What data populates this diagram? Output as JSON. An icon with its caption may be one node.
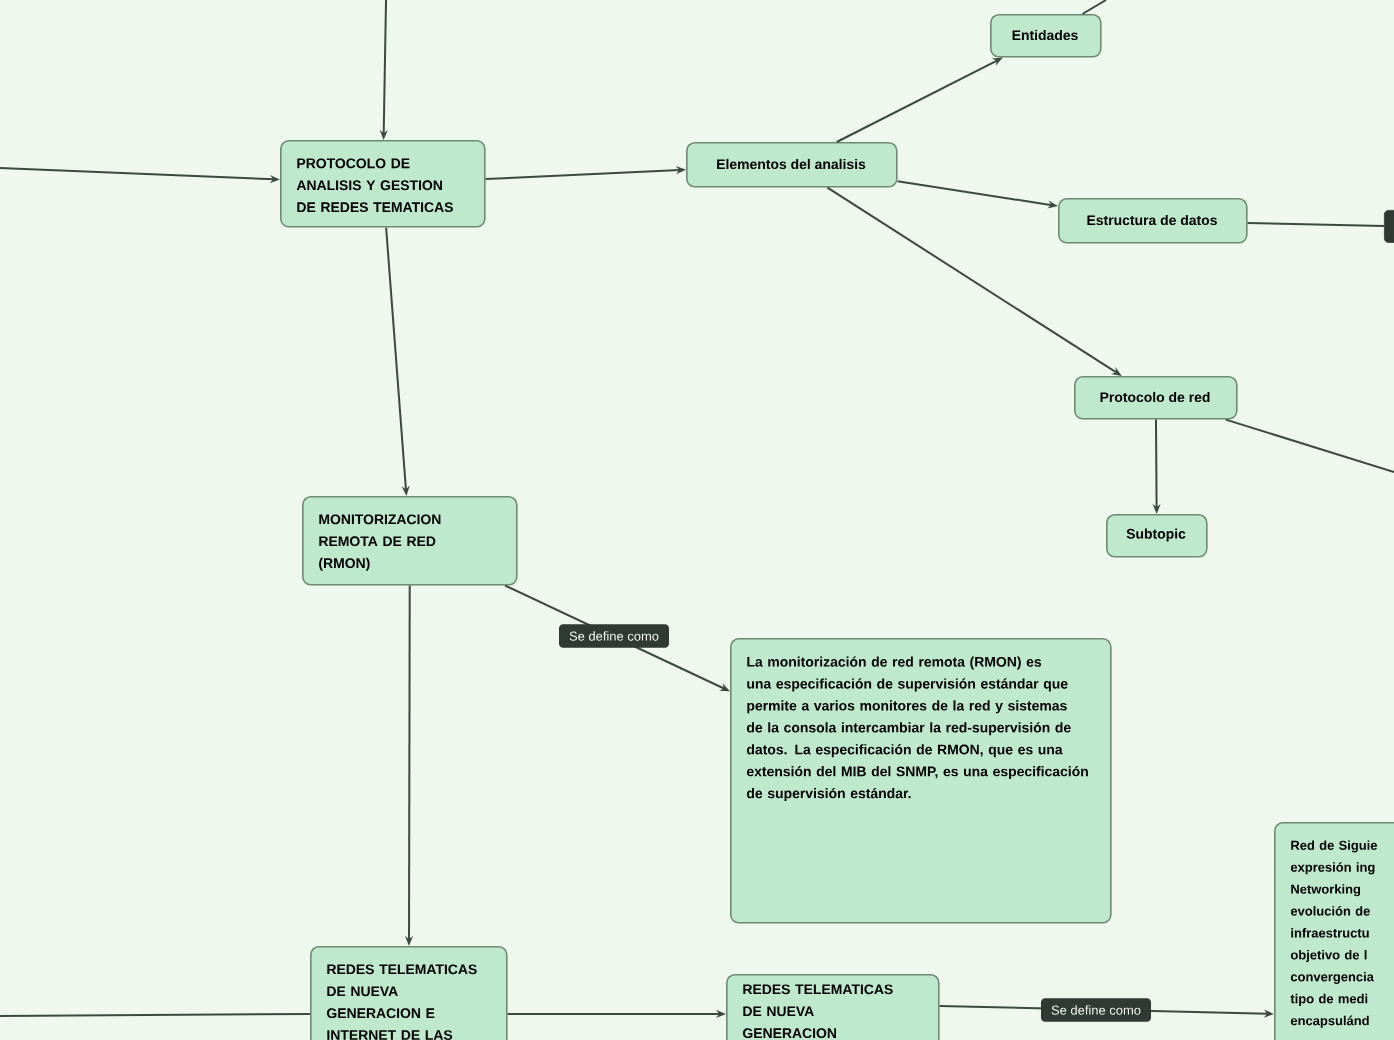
{
  "diagram": {
    "nodes": [
      {
        "text": [
          "PROTOCOLO DE ANALISIS Y GESTION DE REDES TEMATICAS"
        ]
      },
      {
        "text": [
          "Elementos del analisis"
        ]
      },
      {
        "text": [
          "Entidades"
        ]
      },
      {
        "text": [
          "Estructura de datos"
        ]
      },
      {
        "text": [
          "Protocolo de red"
        ]
      },
      {
        "text": [
          "Subtopic"
        ]
      },
      {
        "text": [
          "MONITORIZACION REMOTA DE RED (RMON)"
        ]
      },
      {
        "text": [
          "La monitorización de red remota (RMON) es una especificación de supervisión estándar que permite a varios monitores de la red y sistemas de la consola intercambiar la red-supervisión de datos. La especificación de RMON, que es una extensión del MIB del SNMP, es una especificación de supervisión estándar."
        ]
      },
      {
        "text": [
          "REDES TELEMATICAS DE NUEVA GENERACION E INTERNET DE LAS"
        ]
      },
      {
        "text": [
          "REDES TELEMATICAS DE NUEVA GENERACION"
        ]
      },
      {
        "text": [
          "Red de Siguie expresión ing Networking evolución de infraestructu objetivo de l convergencia tipo de medi encapsulánd"
        ]
      },
      {
        "text": [],
        "shape": "box"
      }
    ],
    "edges": [
      {
        "from": null,
        "to": 0,
        "arrow": "to"
      },
      {
        "from": null,
        "to": 0,
        "arrow": "to"
      },
      {
        "from": 0,
        "to": 1,
        "arrow": "to"
      },
      {
        "from": 1,
        "to": 2,
        "arrow": "to"
      },
      {
        "from": 1,
        "to": 3,
        "arrow": "to"
      },
      {
        "from": 1,
        "to": 4,
        "arrow": "to"
      },
      {
        "from": 4,
        "to": 5,
        "arrow": "to"
      },
      {
        "from": 0,
        "to": 6,
        "arrow": "to"
      },
      {
        "from": 6,
        "to": 7,
        "arrow": "to",
        "label": "Se define como"
      },
      {
        "from": 6,
        "to": 8,
        "arrow": "to"
      },
      {
        "from": 8,
        "to": 9,
        "arrow": "to"
      },
      {
        "from": 9,
        "to": 10,
        "arrow": "to",
        "label": "Se define como"
      },
      {
        "from": 3,
        "to": 11,
        "arrow": "none"
      },
      {
        "from": 2,
        "to": null,
        "arrow": "none"
      },
      {
        "from": 4,
        "to": null,
        "arrow": "none"
      },
      {
        "from": null,
        "to": 8,
        "arrow": "none"
      }
    ]
  }
}
